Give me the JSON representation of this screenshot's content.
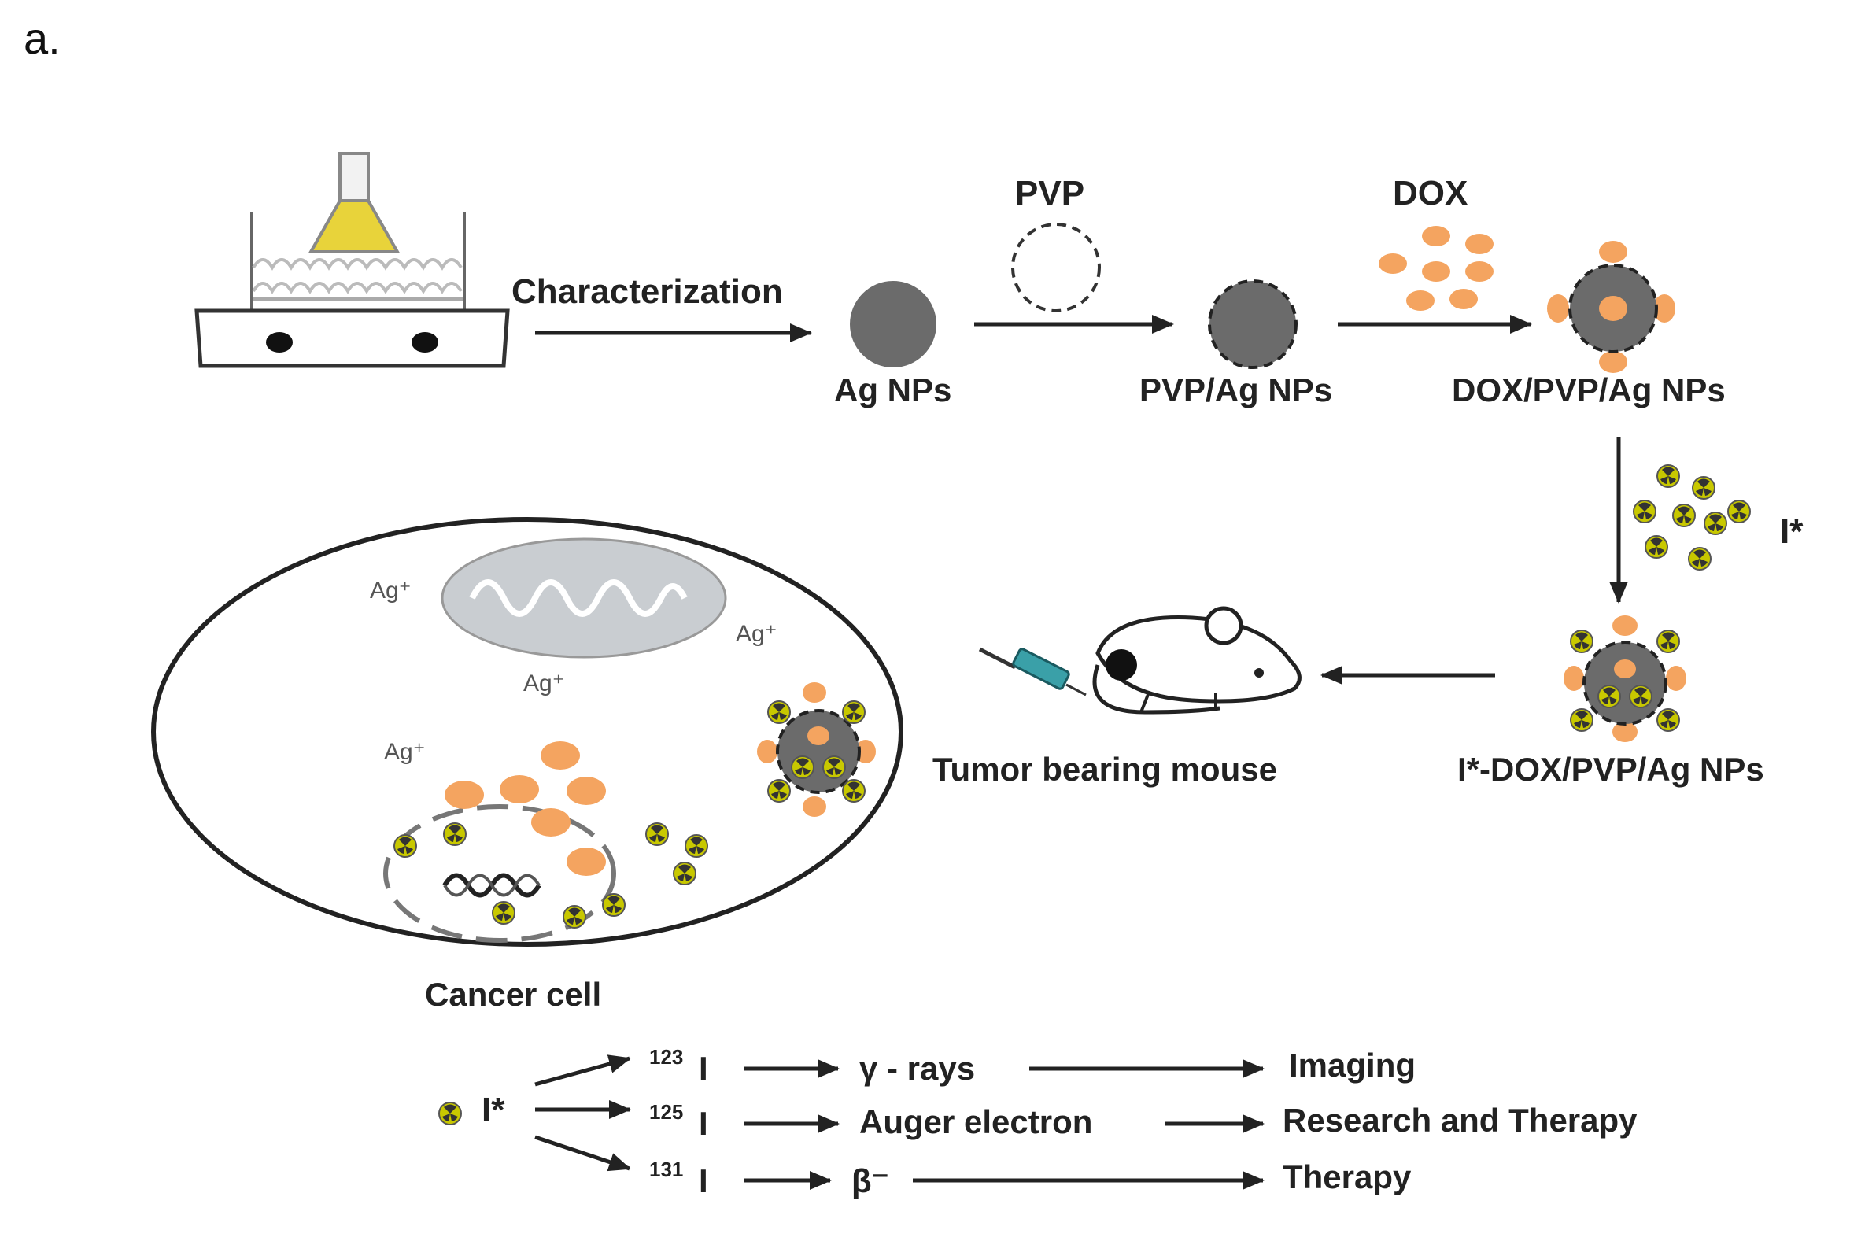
{
  "panel_label": "a.",
  "labels": {
    "characterization": "Characterization",
    "pvp": "PVP",
    "dox": "DOX",
    "ag_nps": "Ag NPs",
    "pvp_ag_nps": "PVP/Ag NPs",
    "dox_pvp_ag_nps": "DOX/PVP/Ag NPs",
    "i_star": "I*",
    "i_dox_pvp_ag_nps": "I*-DOX/PVP/Ag NPs",
    "tumor_mouse": "Tumor bearing mouse",
    "cancer_cell": "Cancer cell",
    "ag_ion": "Ag⁺"
  },
  "isotopes": [
    {
      "mass": "123",
      "symbol": "I",
      "emission": "γ - rays",
      "use": "Imaging"
    },
    {
      "mass": "125",
      "symbol": "I",
      "emission": "Auger electron",
      "use": "Research and Therapy"
    },
    {
      "mass": "131",
      "symbol": "I",
      "emission": "β⁻",
      "use": "Therapy"
    }
  ],
  "legend_i": "I*",
  "colors": {
    "np": "#6b6b6b",
    "dox": "#f4a460",
    "radio": "#c8c800",
    "flask_liquid": "#e8d33a",
    "mito": "#c9cdd1",
    "syringe": "#3aa0a8"
  }
}
